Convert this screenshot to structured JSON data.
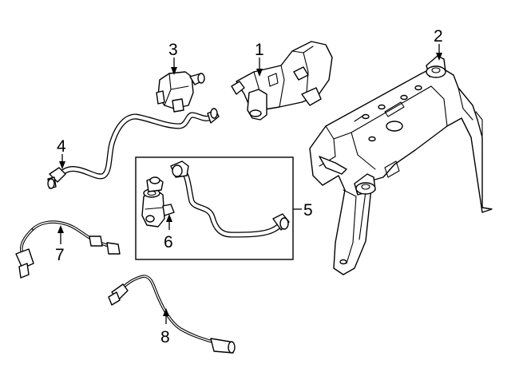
{
  "callouts": [
    {
      "id": "1",
      "label": "1",
      "part": "vapor-canister"
    },
    {
      "id": "2",
      "label": "2",
      "part": "canister-bracket-mount"
    },
    {
      "id": "3",
      "label": "3",
      "part": "purge-valve"
    },
    {
      "id": "4",
      "label": "4",
      "part": "vent-hose"
    },
    {
      "id": "5",
      "label": "5",
      "part": "leak-detection-pump-assembly"
    },
    {
      "id": "6",
      "label": "6",
      "part": "leak-detection-pump"
    },
    {
      "id": "7",
      "label": "7",
      "part": "oxygen-sensor"
    },
    {
      "id": "8",
      "label": "8",
      "part": "oxygen-sensor"
    }
  ],
  "colors": {
    "line": "#000000",
    "background": "#ffffff"
  }
}
